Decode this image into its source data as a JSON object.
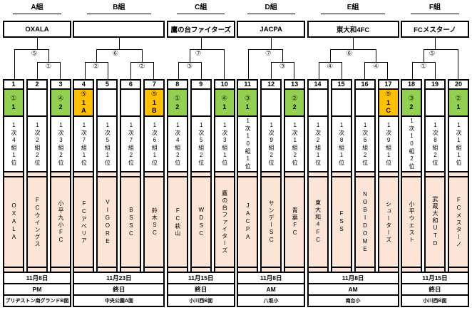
{
  "colors": {
    "green": "#92d050",
    "orange": "#ffc000",
    "peach": "#fce4d6",
    "border": "#000000"
  },
  "groups": [
    {
      "id": "A",
      "header": "A組",
      "winner": "OXALA",
      "bracket": {
        "type": "pair-right",
        "final_label": "⑤",
        "sub_labels": [
          "①"
        ]
      },
      "columns": [
        {
          "num": "1",
          "result": {
            "circle": "①",
            "rank": "1",
            "letter": "",
            "color": "green"
          },
          "qualifier": "1次4組1位",
          "team": "OXALA"
        },
        {
          "num": "2",
          "result": {
            "circle": "",
            "rank": "",
            "letter": "",
            "color": "white"
          },
          "qualifier": "1次2組2位",
          "team": "FCウイングス"
        },
        {
          "num": "3",
          "result": {
            "circle": "④",
            "rank": "2",
            "letter": "",
            "color": "green"
          },
          "qualifier": "1次3組2位",
          "team": "小平九小FC"
        }
      ],
      "footer": {
        "date": "11月8日",
        "time": "PM",
        "venue": "ブリヂストン南グランドB面"
      }
    },
    {
      "id": "B",
      "header": "B組",
      "winner": "",
      "bracket": {
        "type": "two-pairs",
        "final_label": "⑥",
        "sub_labels": [
          "②",
          "②"
        ]
      },
      "columns": [
        {
          "num": "4",
          "result": {
            "circle": "⑤",
            "rank": "1",
            "letter": "A",
            "color": "orange"
          },
          "qualifier": "1次7組1位",
          "team": "FCアベリア"
        },
        {
          "num": "5",
          "result": {
            "circle": "",
            "rank": "",
            "letter": "",
            "color": "white"
          },
          "qualifier": "1次5組1位",
          "team": "VIGORE"
        },
        {
          "num": "6",
          "result": {
            "circle": "",
            "rank": "",
            "letter": "",
            "color": "white"
          },
          "qualifier": "1次7組2位",
          "team": "BSSC"
        },
        {
          "num": "7",
          "result": {
            "circle": "⑤",
            "rank": "1",
            "letter": "B",
            "color": "orange"
          },
          "qualifier": "1次6組1位",
          "team": "鈴木SC"
        }
      ],
      "footer": {
        "date": "11月23日",
        "time": "終日",
        "venue": "中央公園A面"
      }
    },
    {
      "id": "C",
      "header": "C組",
      "winner": "鷹の台ファイターズ",
      "bracket": {
        "type": "pair-left",
        "final_label": "⑦",
        "sub_labels": [
          "③"
        ]
      },
      "columns": [
        {
          "num": "8",
          "result": {
            "circle": "①",
            "rank": "2",
            "letter": "",
            "color": "green"
          },
          "qualifier": "1次4組2位",
          "team": "FC萩山"
        },
        {
          "num": "9",
          "result": {
            "circle": "",
            "rank": "",
            "letter": "",
            "color": "white"
          },
          "qualifier": "1次5組2位",
          "team": "WDSC"
        },
        {
          "num": "10",
          "result": {
            "circle": "④",
            "rank": "1",
            "letter": "",
            "color": "green"
          },
          "qualifier": "1次3組1位",
          "team": "鷹の台ファイターズ"
        }
      ],
      "footer": {
        "date": "11月15日",
        "time": "終日",
        "venue": "小川西B面"
      }
    },
    {
      "id": "D",
      "header": "D組",
      "winner": "JACPA",
      "bracket": {
        "type": "pair-right",
        "final_label": "⑦",
        "sub_labels": [
          "③"
        ]
      },
      "columns": [
        {
          "num": "11",
          "result": {
            "circle": "③",
            "rank": "1",
            "letter": "",
            "color": "green"
          },
          "qualifier": "1次10組1位",
          "team": "JACPA"
        },
        {
          "num": "12",
          "result": {
            "circle": "",
            "rank": "",
            "letter": "",
            "color": "white"
          },
          "qualifier": "1次9組2位",
          "team": "サンデーSC"
        },
        {
          "num": "13",
          "result": {
            "circle": "②",
            "rank": "2",
            "letter": "",
            "color": "green"
          },
          "qualifier": "1次1組2位",
          "team": "青葉FC"
        }
      ],
      "footer": {
        "date": "11月8日",
        "time": "AM",
        "venue": "八坂小"
      }
    },
    {
      "id": "E",
      "header": "E組",
      "winner": "東大和4FC",
      "bracket": {
        "type": "two-pairs",
        "final_label": "⑥",
        "sub_labels": [
          "④",
          "④"
        ]
      },
      "columns": [
        {
          "num": "14",
          "result": {
            "circle": "",
            "rank": "",
            "letter": "",
            "color": "white"
          },
          "qualifier": "1次2組1位",
          "team": "東大和4FC"
        },
        {
          "num": "15",
          "result": {
            "circle": "",
            "rank": "",
            "letter": "",
            "color": "white"
          },
          "qualifier": "1次8組1位",
          "team": "FSS"
        },
        {
          "num": "16",
          "result": {
            "circle": "",
            "rank": "",
            "letter": "",
            "color": "white"
          },
          "qualifier": "1次6組2位",
          "team": "NOBIDOME"
        },
        {
          "num": "17",
          "result": {
            "circle": "⑤",
            "rank": "1",
            "letter": "C",
            "color": "orange"
          },
          "qualifier": "1次9組1位",
          "team": "シューターズ"
        }
      ],
      "footer": {
        "date": "11月8日",
        "time": "AM",
        "venue": "南台小"
      }
    },
    {
      "id": "F",
      "header": "F組",
      "winner": "FCメスターノ",
      "bracket": {
        "type": "pair-left",
        "final_label": "⑤",
        "sub_labels": [
          "①"
        ]
      },
      "columns": [
        {
          "num": "18",
          "result": {
            "circle": "③",
            "rank": "2",
            "letter": "",
            "color": "green"
          },
          "qualifier": "1次10組2位",
          "team": "小平ウエスト"
        },
        {
          "num": "19",
          "result": {
            "circle": "",
            "rank": "",
            "letter": "",
            "color": "white"
          },
          "qualifier": "1次8組2位",
          "team": "武蔵大和UTD"
        },
        {
          "num": "20",
          "result": {
            "circle": "②",
            "rank": "1",
            "letter": "",
            "color": "green"
          },
          "qualifier": "1次1組1位",
          "team": "FCメスターノ"
        }
      ],
      "footer": {
        "date": "11月15日",
        "time": "終日",
        "venue": "小川西B面"
      }
    }
  ]
}
